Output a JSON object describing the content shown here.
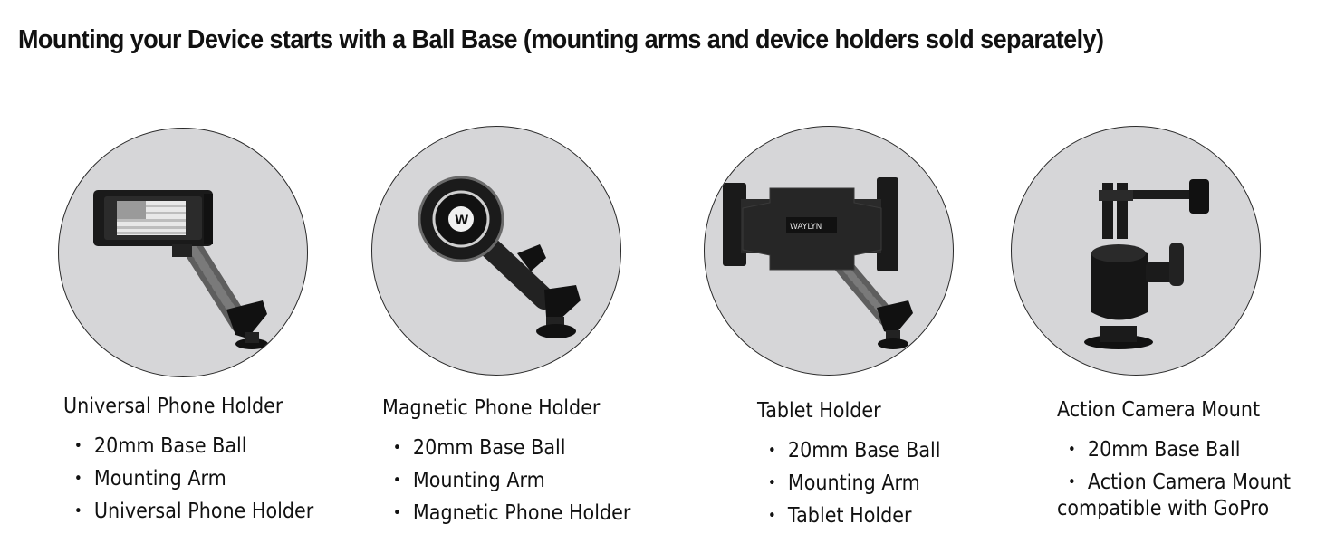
{
  "headline": "Mounting your Device starts with a Ball Base (mounting arms and device holders sold separately)",
  "cards": [
    {
      "title": "Universal Phone Holder",
      "items": [
        "20mm Base Ball",
        "Mounting Arm",
        "Universal Phone Holder"
      ]
    },
    {
      "title": "Magnetic Phone Holder",
      "items": [
        "20mm Base Ball",
        "Mounting Arm",
        "Magnetic Phone Holder"
      ]
    },
    {
      "title": "Tablet Holder",
      "items": [
        "20mm Base Ball",
        "Mounting Arm",
        "Tablet Holder"
      ]
    },
    {
      "title": "Action Camera Mount",
      "items": [
        "20mm Base Ball",
        "Action Camera Mount",
        "compatible with GoPro"
      ]
    }
  ],
  "bullet_glyph": "・",
  "brand_mark": "WAYLYN",
  "colors": {
    "disc": "#d6d6d8",
    "text": "#111111"
  }
}
